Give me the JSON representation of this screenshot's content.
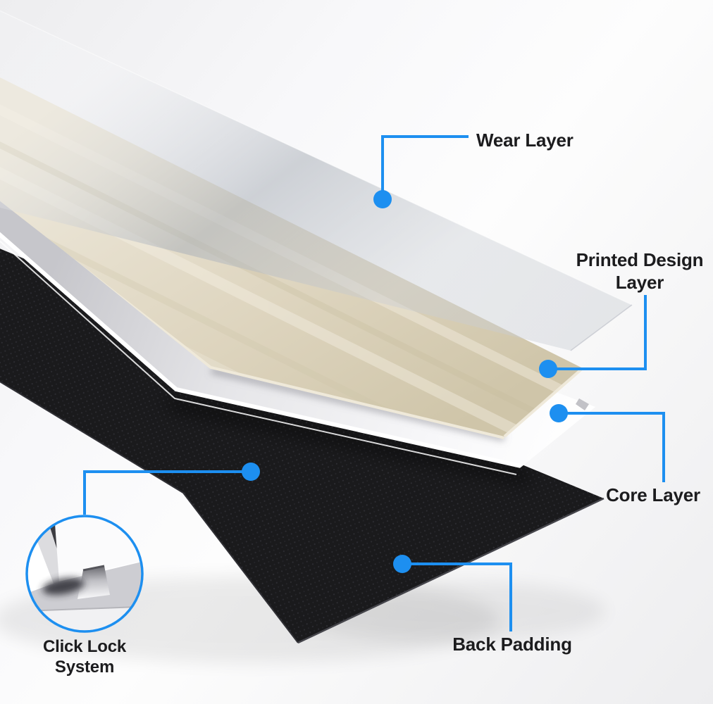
{
  "figure": {
    "type": "flooring-layers-exploded-diagram",
    "accent_color": "#1d8ff0",
    "label_color": "#1c1c1e",
    "background_color": "#f1f1f3",
    "callouts": [
      {
        "id": "wear-layer",
        "lines": [
          "Wear Layer"
        ],
        "swatch": "#cdd0d4"
      },
      {
        "id": "printed-design-layer",
        "lines": [
          "Printed Design",
          "Layer"
        ],
        "swatch": "#ded5bf"
      },
      {
        "id": "core-layer",
        "lines": [
          "Core Layer"
        ],
        "swatch": "#f2f2f4"
      },
      {
        "id": "back-padding",
        "lines": [
          "Back Padding"
        ],
        "swatch": "#1a1a1c"
      },
      {
        "id": "click-lock-system",
        "lines": [
          "Click Lock",
          "System"
        ],
        "swatch": "#ffffff"
      }
    ]
  }
}
